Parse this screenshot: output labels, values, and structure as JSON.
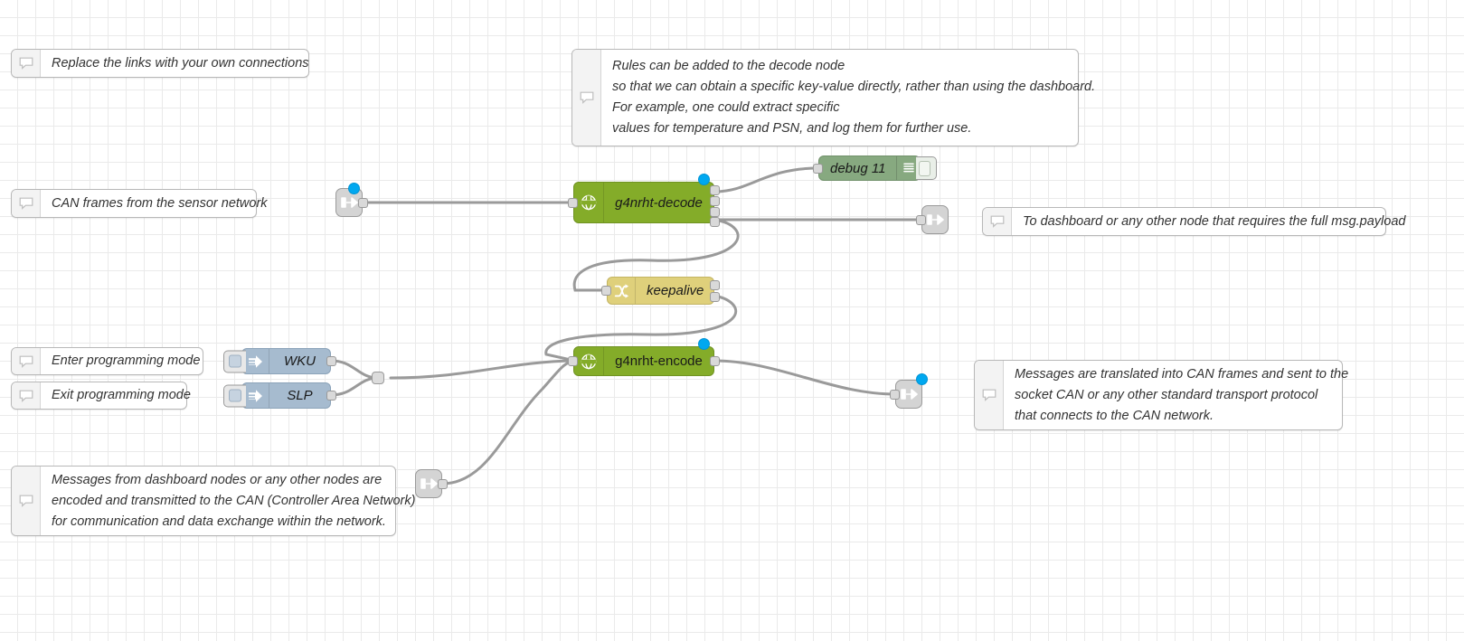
{
  "canvas": {
    "background_color": "#ffffff",
    "grid_color": "#eaeaea",
    "grid_size": 20,
    "wire_color": "#9a9a9a"
  },
  "palette": {
    "node_green": "#84ac29",
    "node_yellow": "#dfd07b",
    "node_bluegrey": "#a6bbcf",
    "node_debug_green": "#87a980",
    "status_dot_blue": "#00a8f0",
    "port_grey": "#d9d9d9",
    "comment_bg": "#ffffff"
  },
  "comments": [
    {
      "id": "comment-replace-links",
      "icon": "comment-icon",
      "lines": [
        "Replace the links with your own connections"
      ]
    },
    {
      "id": "comment-decode-rules",
      "icon": "comment-icon",
      "lines": [
        "Rules can be added to the decode node",
        "so that we can obtain a specific key-value directly, rather than using the dashboard.",
        "For example, one could extract specific",
        "values for temperature and PSN, and log them for further use."
      ]
    },
    {
      "id": "comment-can-frames",
      "icon": "comment-icon",
      "lines": [
        "CAN frames from the sensor network"
      ]
    },
    {
      "id": "comment-to-dashboard",
      "icon": "comment-icon",
      "lines": [
        "To dashboard or any other node that requires the full msg.payload"
      ]
    },
    {
      "id": "comment-enter-programming",
      "icon": "comment-icon",
      "lines": [
        "Enter programming mode"
      ]
    },
    {
      "id": "comment-exit-programming",
      "icon": "comment-icon",
      "lines": [
        "Exit programming mode"
      ]
    },
    {
      "id": "comment-encode-can",
      "icon": "comment-icon",
      "lines": [
        "Messages are translated into CAN frames and sent to the",
        "socket CAN or any other standard transport protocol",
        "that connects to the CAN network."
      ]
    },
    {
      "id": "comment-dashboard-encode",
      "icon": "comment-icon",
      "lines": [
        "Messages from dashboard nodes or any other nodes are",
        "encoded and transmitted to the CAN (Controller Area Network)",
        "for communication and data exchange within the network."
      ]
    }
  ],
  "nodes": {
    "decode": {
      "label": "g4nrht-decode",
      "icon": "decode-node-icon",
      "color": "#84ac29",
      "inputs": 1,
      "outputs": 4,
      "status": "blue"
    },
    "encode": {
      "label": "g4nrht-encode",
      "icon": "encode-node-icon",
      "color": "#84ac29",
      "inputs": 1,
      "outputs": 1,
      "status": "blue"
    },
    "keepalive": {
      "label": "keepalive",
      "icon": "switch-node-icon",
      "color": "#dfd07b",
      "inputs": 1,
      "outputs": 2,
      "status": "none"
    },
    "debug": {
      "label": "debug 11",
      "icon": "debug-list-icon",
      "color": "#87a980",
      "inputs": 1,
      "outputs": 0,
      "toggle": "debug-enable-toggle"
    },
    "inject_wku": {
      "label": "WKU",
      "icon": "inject-arrow-icon",
      "color": "#a6bbcf",
      "button": "inject-trigger-button",
      "outputs": 1
    },
    "inject_slp": {
      "label": "SLP",
      "icon": "inject-arrow-icon",
      "color": "#a6bbcf",
      "button": "inject-trigger-button",
      "outputs": 1
    }
  },
  "link_nodes": [
    {
      "id": "link-in-decode",
      "type": "link-in",
      "icon": "link-in-icon",
      "status": "blue"
    },
    {
      "id": "link-out-payload",
      "type": "link-out",
      "icon": "link-out-icon",
      "status": "none"
    },
    {
      "id": "link-out-can",
      "type": "link-out",
      "icon": "link-out-icon",
      "status": "blue"
    },
    {
      "id": "link-in-encode",
      "type": "link-in",
      "icon": "link-in-icon",
      "status": "none"
    }
  ],
  "junctions": [
    {
      "id": "junction-inject-merge"
    }
  ]
}
